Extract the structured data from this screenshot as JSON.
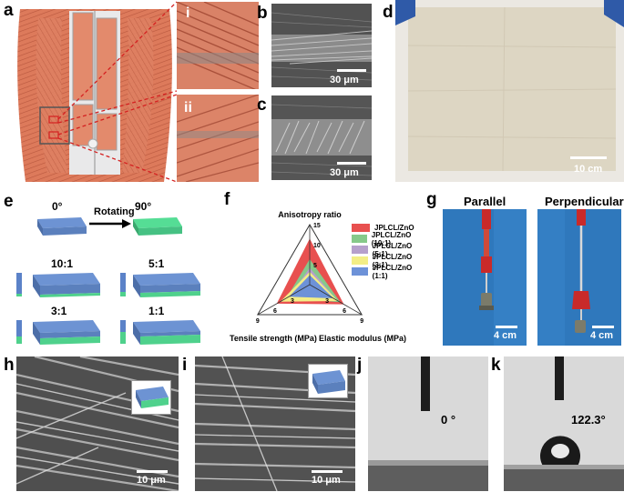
{
  "panels": {
    "a": {
      "label": "a",
      "inset_i": "i",
      "inset_ii": "ii"
    },
    "b": {
      "label": "b",
      "scale": "30 μm"
    },
    "c": {
      "label": "c",
      "scale": "30 μm"
    },
    "d": {
      "label": "d",
      "scale": "10 cm"
    },
    "e": {
      "label": "e",
      "angle_start": "0°",
      "action": "Rotating",
      "angle_end": "90°",
      "ratios": [
        "10:1",
        "5:1",
        "3:1",
        "1:1"
      ]
    },
    "f": {
      "label": "f"
    },
    "g": {
      "label": "g",
      "left_title": "Parallel",
      "right_title": "Perpendicular",
      "left_scale": "4 cm",
      "right_scale": "4 cm"
    },
    "h": {
      "label": "h",
      "scale": "10 μm"
    },
    "i": {
      "label": "i",
      "scale": "10 μm"
    },
    "j": {
      "label": "j",
      "angle": "0 °"
    },
    "k": {
      "label": "k",
      "angle": "122.3°"
    }
  },
  "chart_data": {
    "type": "radar",
    "axes": [
      "Anisotropy ratio",
      "Elastic modulus (MPa)",
      "Tensile strength (MPa)"
    ],
    "axis_max": [
      15,
      9,
      9
    ],
    "tick_labels": {
      "anisotropy": [
        "5",
        "10",
        "15"
      ],
      "elastic": [
        "3",
        "6",
        "9"
      ],
      "tensile": [
        "3",
        "6",
        "9"
      ]
    },
    "series": [
      {
        "name": "JPLCL/ZnO",
        "color": "#e8504f",
        "values": [
          11.5,
          5.9,
          5.7
        ]
      },
      {
        "name": "JPLCL/ZnO (10:1)",
        "color": "#86c98a",
        "values": [
          6.4,
          5.3,
          4.0
        ]
      },
      {
        "name": "JPLCL/ZnO (5:1)",
        "color": "#b6a0cc",
        "values": [
          4.2,
          4.7,
          3.5
        ]
      },
      {
        "name": "JPLCL/ZnO (3:1)",
        "color": "#f3ee86",
        "values": [
          3.2,
          4.9,
          5.1
        ]
      },
      {
        "name": "JPLCL/ZnO (1:1)",
        "color": "#6d92d8",
        "values": [
          2.4,
          4.1,
          3.6
        ]
      }
    ]
  }
}
